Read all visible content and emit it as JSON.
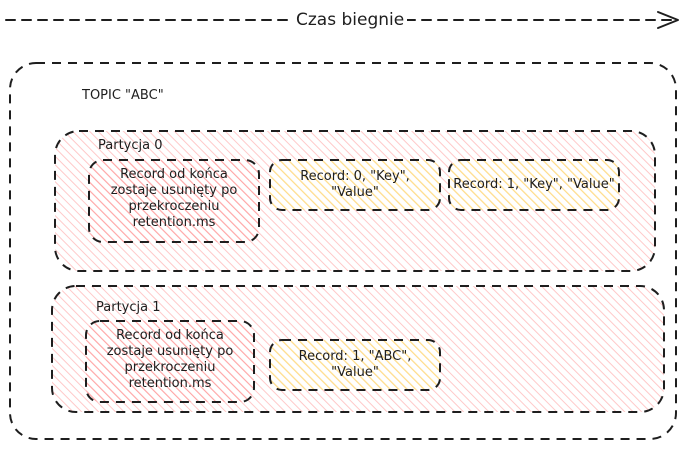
{
  "timeline": {
    "label": "Czas biegnie"
  },
  "topic": {
    "title": "TOPIC \"ABC\""
  },
  "partitions": [
    {
      "label": "Partycja 0",
      "retention_note": "Record od końca zostaje usunięty po przekroczeniu retention.ms",
      "records": [
        "Record: 0, \"Key\", \"Value\"",
        "Record: 1, \"Key\", \"Value\""
      ]
    },
    {
      "label": "Partycja 1",
      "retention_note": "Record od końca zostaje usunięty po przekroczeniu retention.ms",
      "records": [
        "Record: 1, \"ABC\", \"Value\""
      ]
    }
  ],
  "colors": {
    "stroke": "#1e1e1e",
    "partition_hatch": "#ffc9c9",
    "record_hatch": "#ffec99",
    "note_hatch": "#ffa8a8"
  }
}
